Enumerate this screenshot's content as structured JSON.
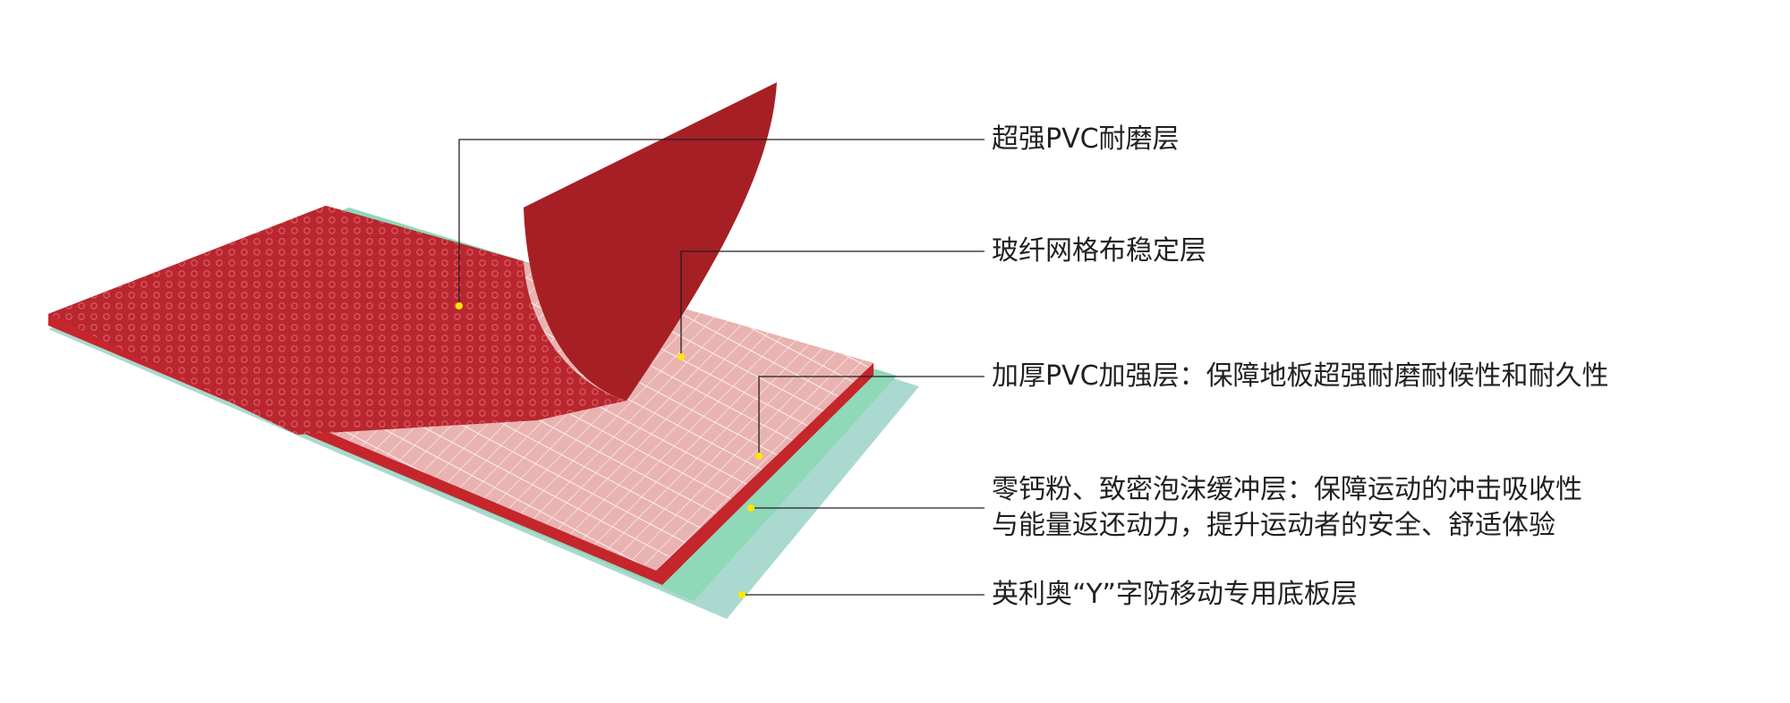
{
  "colors": {
    "wear_layer": "#b8232a",
    "wear_layer_back": "#a61f24",
    "mesh_layer": "#e9b3b1",
    "foam_layer": "#8fd8b8",
    "base_layer": "#a9d9cf",
    "pointer_dot": "#ffe600",
    "leader_line": "#231f20"
  },
  "layers": [
    {
      "label": "超强PVC耐磨层"
    },
    {
      "label": "玻纤网格布稳定层"
    },
    {
      "label": "加厚PVC加强层：保障地板超强耐磨耐候性和耐久性"
    },
    {
      "label_lines": [
        "零钙粉、致密泡沫缓冲层：保障运动的冲击吸收性",
        "与能量返还动力，提升运动者的安全、舒适体验"
      ]
    },
    {
      "label": "英利奥“Y”字防移动专用底板层"
    }
  ]
}
